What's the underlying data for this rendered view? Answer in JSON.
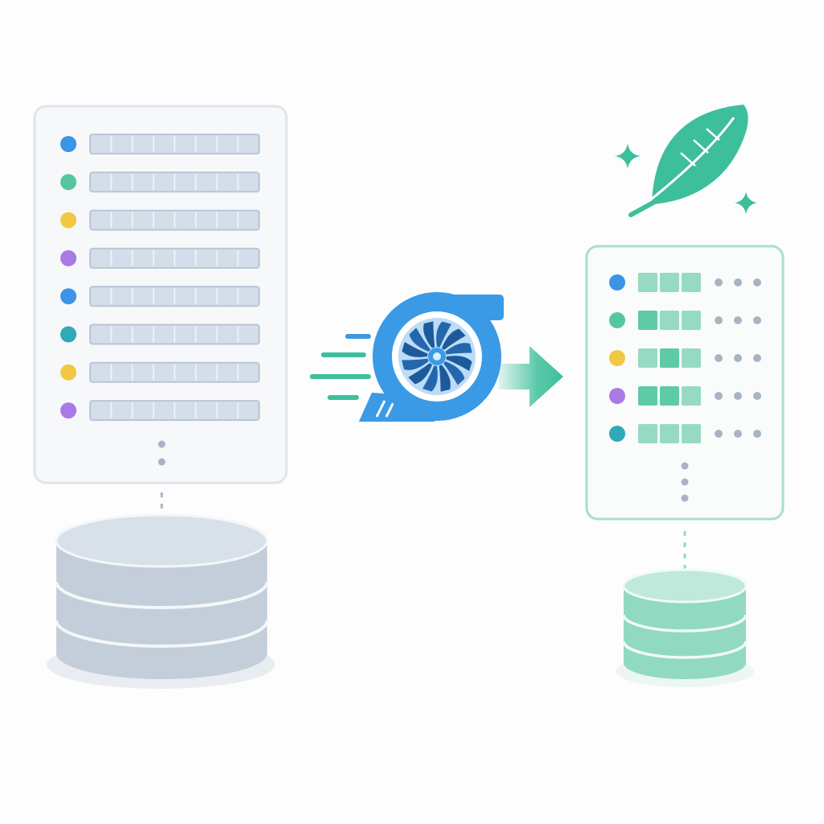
{
  "colors": {
    "background": "#fdfdfd",
    "source_panel_border": "#dfe4ec",
    "source_panel_fill": "#f7f8fa",
    "source_cell_fill": "#d4deea",
    "source_cell_border": "#b9c6d6",
    "db_large_fill": "#c3ceda",
    "db_large_top": "#d8e0e9",
    "db_small_fill": "#92d9c2",
    "db_small_top": "#bfe9db",
    "result_panel_border": "#a6e0cc",
    "result_panel_fill": "#f9fcfb",
    "result_cell_light": "#97dac3",
    "result_cell_dark": "#5fcaa6",
    "ellipsis_dot": "#a9b4c3",
    "turbo_blue": "#3a9ae6",
    "turbo_dark": "#1d5a9c",
    "accent_teal": "#3dbf9b",
    "feather_green": "#3dbf9b"
  },
  "source_table": {
    "row_count": 8,
    "cells_per_row": 8,
    "row_markers": [
      "#3b94e6",
      "#55c7a0",
      "#f1c844",
      "#a979e6",
      "#3b94e6",
      "#32a9b6",
      "#f1c844",
      "#a979e6"
    ],
    "has_more_indicator": true
  },
  "compressed_table": {
    "row_count": 5,
    "cells_per_row": 3,
    "trailing_dots": 3,
    "row_markers": [
      "#3b94e6",
      "#55c7a0",
      "#f1c844",
      "#a979e6",
      "#32a9b6"
    ],
    "dark_cells": [
      [],
      [
        0
      ],
      [
        1
      ],
      [
        0,
        1
      ],
      []
    ],
    "has_more_indicator": true
  },
  "icons": {
    "process": "turbocharger-icon",
    "lightweight": "feather-icon",
    "sparkle": "sparkle-icon",
    "direction": "arrow-right-icon",
    "storage": "database-icon"
  }
}
